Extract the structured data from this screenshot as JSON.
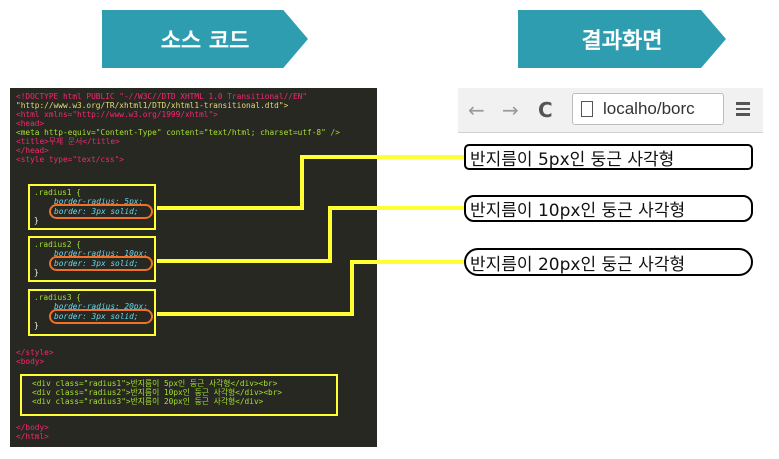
{
  "labels": {
    "source": "소스 코드",
    "result": "결과화면"
  },
  "browser": {
    "url": "localho/borc",
    "back_icon": "back-arrow-icon",
    "forward_icon": "forward-arrow-icon",
    "reload_icon": "reload-icon",
    "menu_icon": "hamburger-menu-icon"
  },
  "results": [
    "반지름이 5px인 둥근 사각형",
    "반지름이 10px인 둥근 사각형",
    "반지름이 20px인 둥근 사각형"
  ],
  "code": {
    "doctype": "<!DOCTYPE html PUBLIC \"-//W3C//DTD XHTML 1.0 Transitional//EN\"",
    "dtd": "\"http://www.w3.org/TR/xhtml1/DTD/xhtml1-transitional.dtd\">",
    "html_open": "<html xmlns=\"http://www.w3.org/1999/xhtml\">",
    "head_open": "<head>",
    "meta": "<meta http-equiv=\"Content-Type\" content=\"text/html; charset=utf-8\" />",
    "title": "<title>무제 문서</title>",
    "head_close": "</head>",
    "style_open": "<style type=\"text/css\">",
    "rules": [
      {
        "selector": ".radius1 {",
        "radius": "border-radius: 5px;",
        "border": "border: 3px solid;",
        "close": "}"
      },
      {
        "selector": ".radius2 {",
        "radius": "border-radius: 10px;",
        "border": "border: 3px solid;",
        "close": "}"
      },
      {
        "selector": ".radius3 {",
        "radius": "border-radius: 20px;",
        "border": "border: 3px solid;",
        "close": "}"
      }
    ],
    "style_close": "</style>",
    "body_open": "<body>",
    "divs": [
      "<div class=\"radius1\">반지름이 5px인 둥근 사각형</div><br>",
      "<div class=\"radius2\">반지름이 10px인 둥근 사각형</div><br>",
      "<div class=\"radius3\">반지름이 20px인 둥근 사각형</div>"
    ],
    "body_close": "</body>",
    "html_close": "</html>"
  },
  "colors": {
    "label_bg": "#2e9db0",
    "highlight_yellow": "#ffff33",
    "highlight_orange": "#f07028",
    "editor_bg": "#272822"
  }
}
